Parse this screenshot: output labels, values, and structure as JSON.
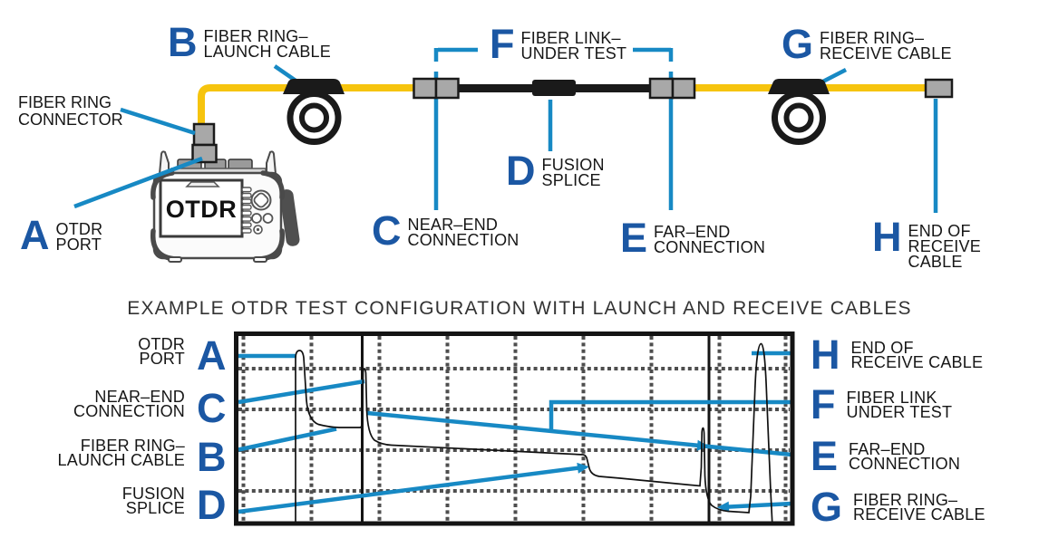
{
  "title": "EXAMPLE OTDR TEST CONFIGURATION WITH LAUNCH AND RECEIVE CABLES",
  "device": {
    "screen_text": "OTDR"
  },
  "top_labels": {
    "connector": {
      "text": "FIBER RING\nCONNECTOR"
    },
    "a": {
      "letter": "A",
      "text": "OTDR\nPORT"
    },
    "b": {
      "letter": "B",
      "text": "FIBER RING–\nLAUNCH CABLE"
    },
    "c": {
      "letter": "C",
      "text": "NEAR–END\nCONNECTION"
    },
    "d": {
      "letter": "D",
      "text": "FUSION\nSPLICE"
    },
    "e": {
      "letter": "E",
      "text": "FAR–END\nCONNECTION"
    },
    "f": {
      "letter": "F",
      "text": "FIBER LINK–\nUNDER TEST"
    },
    "g": {
      "letter": "G",
      "text": "FIBER RING–\nRECEIVE CABLE"
    },
    "h": {
      "letter": "H",
      "text": "END OF\nRECEIVE CABLE"
    }
  },
  "trace": {
    "left": [
      {
        "letter": "A",
        "text": "OTDR\nPORT"
      },
      {
        "letter": "C",
        "text": "NEAR–END\nCONNECTION"
      },
      {
        "letter": "B",
        "text": "FIBER RING–\nLAUNCH CABLE"
      },
      {
        "letter": "D",
        "text": "FUSION\nSPLICE"
      }
    ],
    "right": [
      {
        "letter": "H",
        "text": "END OF\nRECEIVE CABLE"
      },
      {
        "letter": "F",
        "text": "FIBER LINK\nUNDER TEST"
      },
      {
        "letter": "E",
        "text": "FAR–END\nCONNECTION"
      },
      {
        "letter": "G",
        "text": "FIBER RING–\nRECEIVE CABLE"
      }
    ]
  },
  "colors": {
    "callout_blue": "#1789c4",
    "letter_blue": "#1b57a3",
    "cable_yellow": "#f6c40e",
    "cable_black": "#1a1a1a",
    "connector_gray": "#a8a8a8",
    "grid_gray": "#4e4e4e"
  }
}
